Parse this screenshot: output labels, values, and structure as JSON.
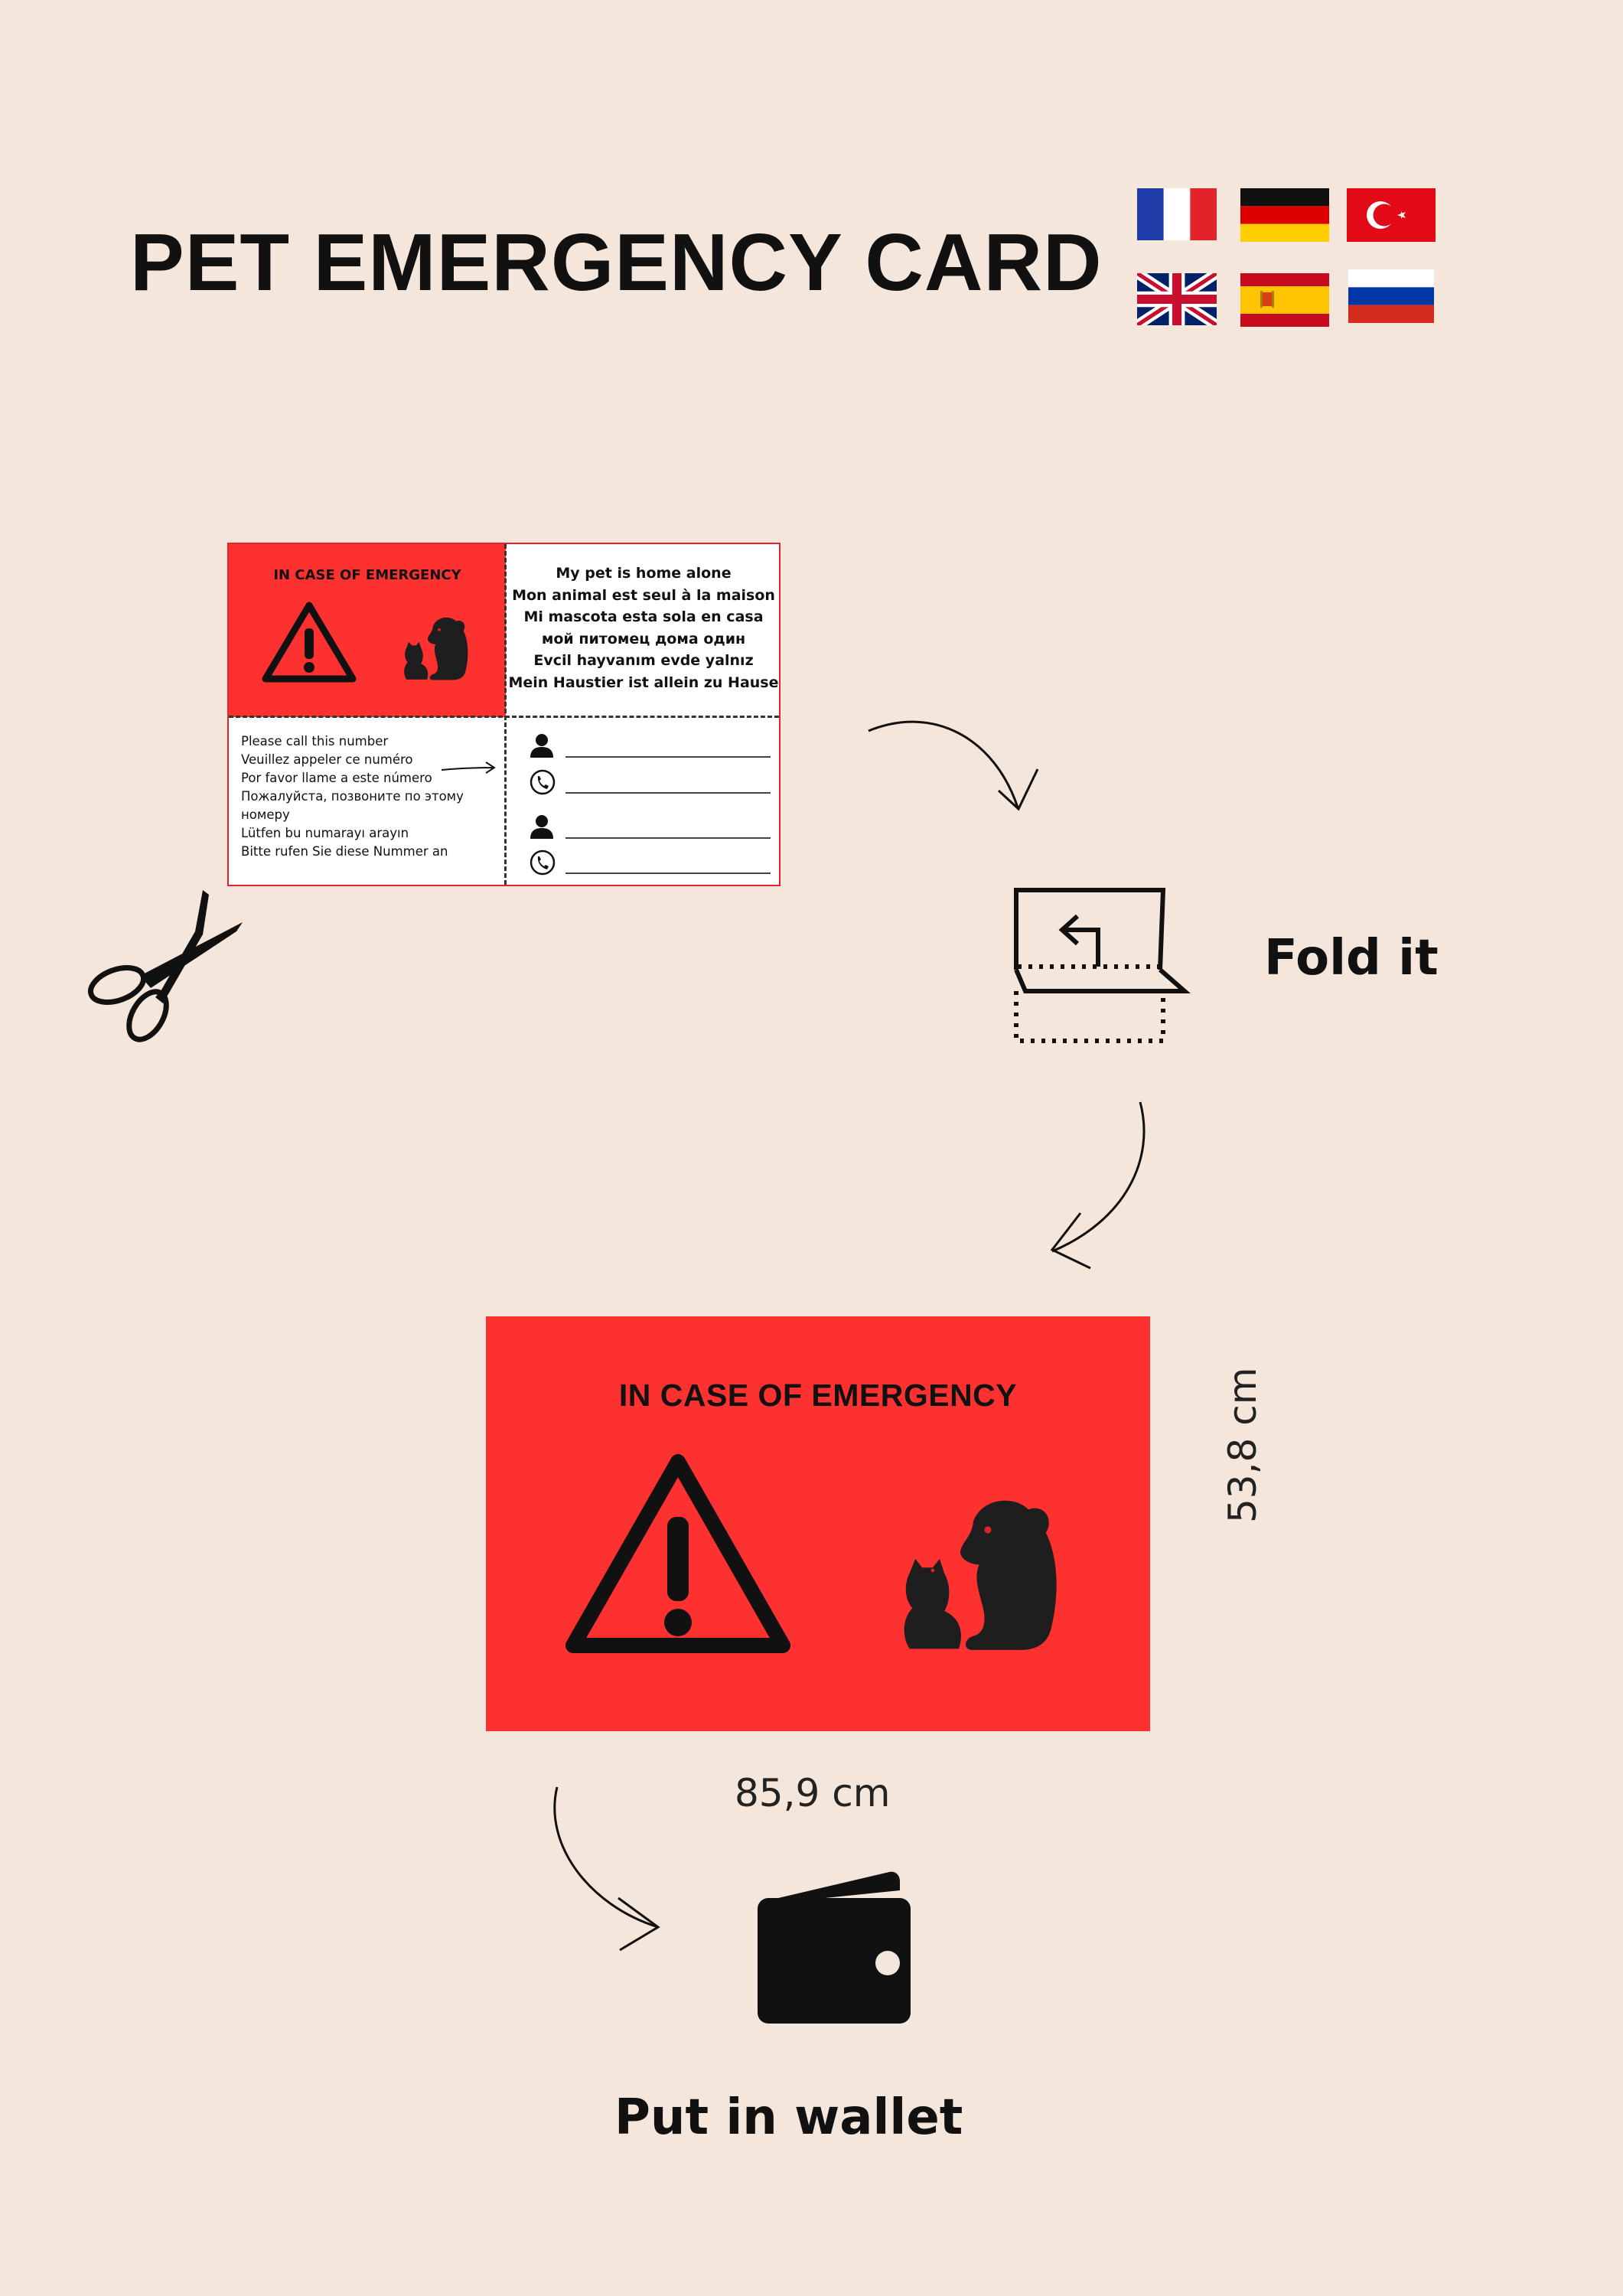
{
  "title": "PET EMERGENCY CARD",
  "flags": [
    "France",
    "Germany",
    "Turkey",
    "United Kingdom",
    "Spain",
    "Russia"
  ],
  "small_card": {
    "red_title": "IN CASE OF EMERGENCY",
    "messages": [
      "My pet is home alone",
      "Mon animal est seul à la maison",
      "Mi mascota esta sola en casa",
      "мой питомец дома один",
      "Evcil hayvanım evde yalnız",
      "Mein Haustier ist allein zu Hause"
    ],
    "call_lines": [
      "Please call this number",
      "Veuillez appeler ce numéro",
      "Por favor llame a este número",
      "Пожалуйста, позвоните по этому",
      "номеру",
      "Lütfen bu numarayı arayın",
      "Bitte rufen Sie diese Nummer an"
    ]
  },
  "big_card": {
    "title": "IN CASE OF EMERGENCY"
  },
  "steps": {
    "fold": "Fold it",
    "wallet": "Put in wallet"
  },
  "dimensions": {
    "height": "53,8 cm",
    "width": "85,9 cm"
  },
  "icons": [
    "scissors-icon",
    "fold-icon",
    "wallet-icon",
    "warning-icon",
    "cat-dog-icon",
    "person-icon",
    "phone-icon",
    "arrow-icon"
  ],
  "colors": {
    "background": "#f5e6db",
    "card_red": "#fe3131"
  }
}
